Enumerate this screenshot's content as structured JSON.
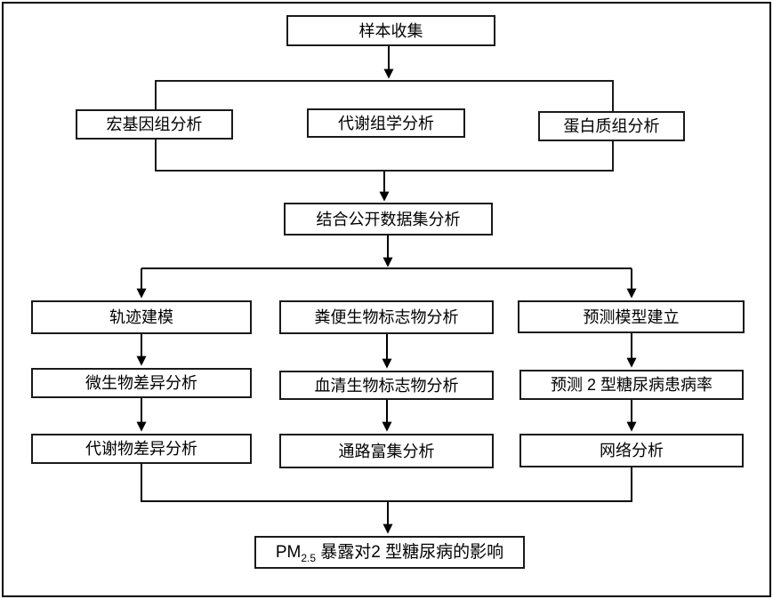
{
  "diagram": {
    "kind": "flowchart",
    "nodes": {
      "sample_collection": "样本收集",
      "metagenomics": "宏基因组分析",
      "metabolomics": "代谢组学分析",
      "proteomics": "蛋白质组分析",
      "combined_public_dataset": "结合公开数据集分析",
      "trajectory_modeling": "轨迹建模",
      "microbial_difference": "微生物差异分析",
      "metabolite_difference": "代谢物差异分析",
      "fecal_biomarker": "粪便生物标志物分析",
      "serum_biomarker": "血清生物标志物分析",
      "pathway_enrichment": "通路富集分析",
      "prediction_model": "预测模型建立",
      "t2d_prevalence": "预测 2 型糖尿病患病率",
      "network_analysis": "网络分析",
      "final_conclusion": {
        "prefix": "PM",
        "subscript": "2.5",
        "suffix": " 暴露对2 型糖尿病的影响"
      }
    },
    "colors": {
      "line": "#000000",
      "box_border": "#1a1a1a",
      "box_background": "#ffffff",
      "page_background": "#ffffff"
    }
  }
}
